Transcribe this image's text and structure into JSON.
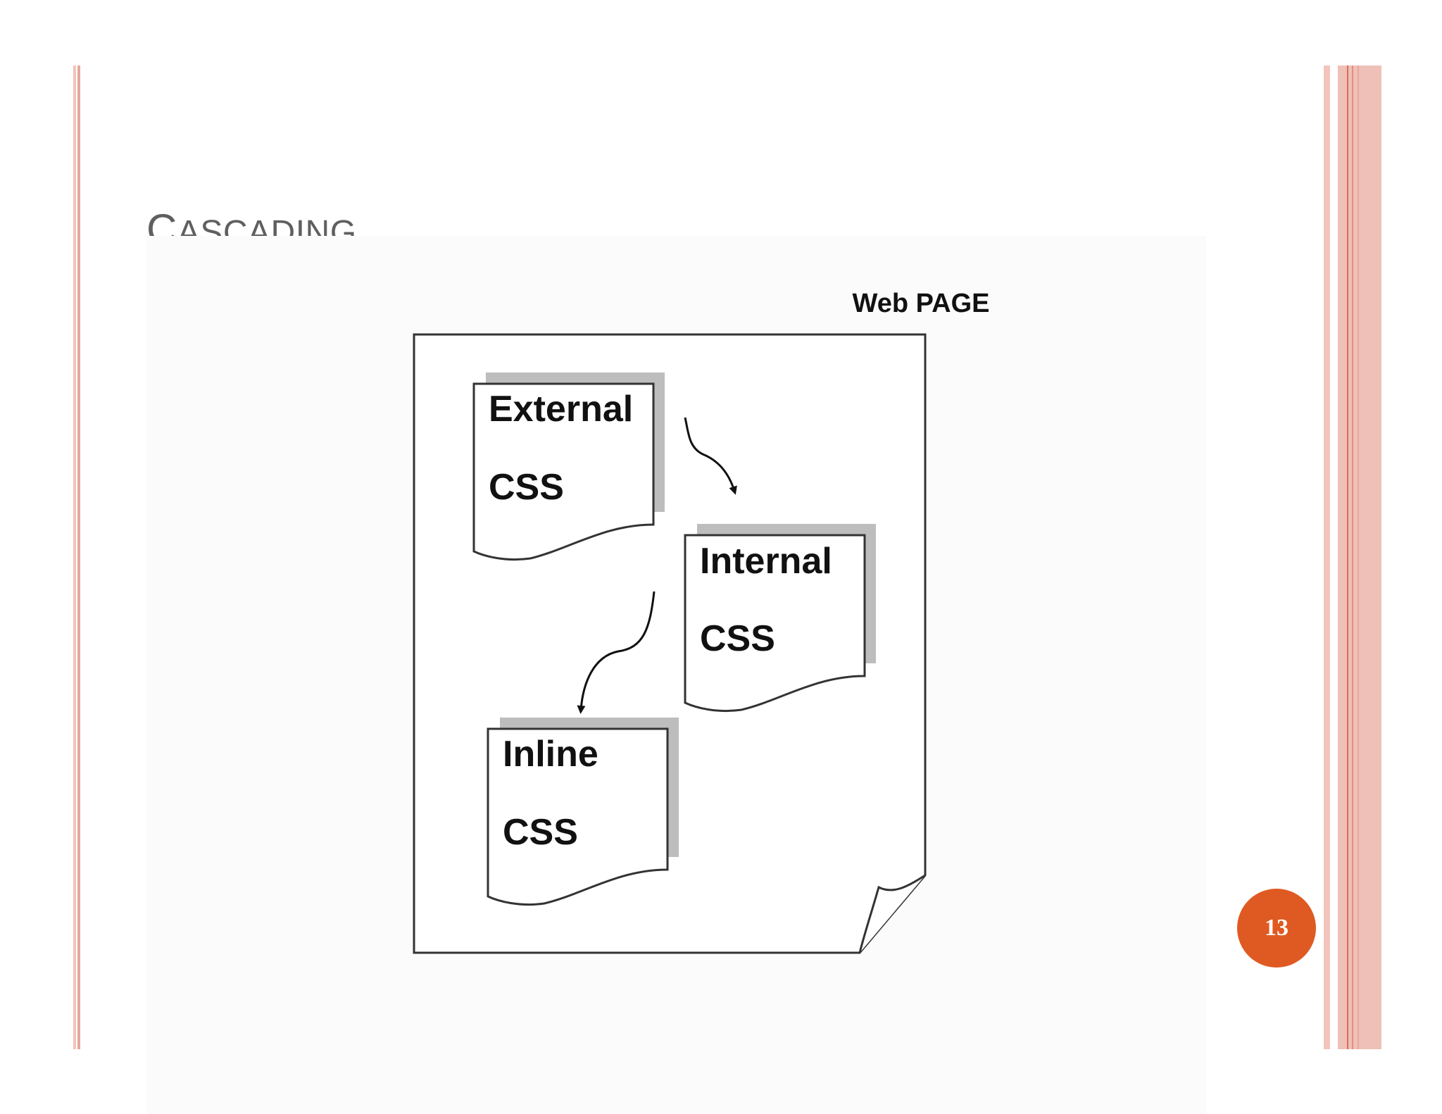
{
  "slide": {
    "title_initial": "C",
    "title_rest": "ASCADING",
    "page_number": "13"
  },
  "diagram": {
    "page_label": "Web PAGE",
    "external": {
      "line1": "External",
      "line2": "CSS"
    },
    "internal": {
      "line1": "Internal",
      "line2": "CSS"
    },
    "inline": {
      "line1": "Inline",
      "line2": "CSS"
    }
  },
  "colors": {
    "accent_rule": "#e9a79d",
    "accent_rule_light": "#f2c4bb",
    "accent_rule_dark": "#dc6d55",
    "badge": "#df5a22",
    "title_text": "#5f5f5f"
  }
}
